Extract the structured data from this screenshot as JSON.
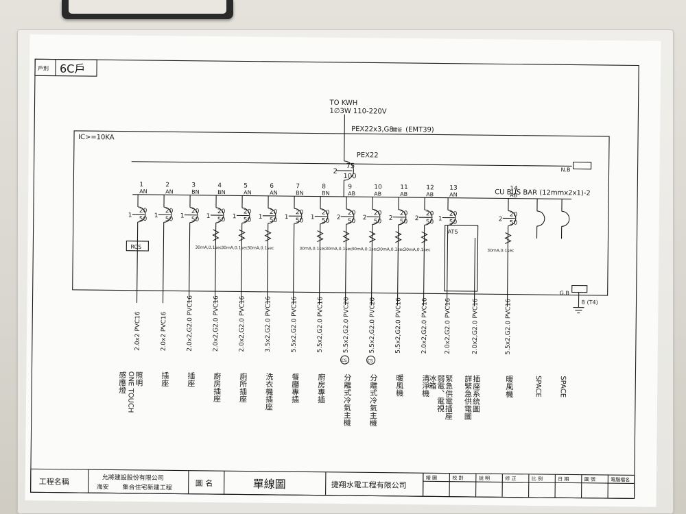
{
  "header": {
    "unit_label": "戶別",
    "unit_value": "6C戶"
  },
  "source": {
    "line1": "TO KWH",
    "line2": "1∅3W 110-220V",
    "cable": "PEX22x3,G8",
    "cable_note": "(EMT39)",
    "cable_small": "鐵管"
  },
  "panel": {
    "ic": "IC>=10KA",
    "main_cable": "PEX22",
    "main_breaker_top": "75",
    "main_breaker_bottom": "100",
    "main_poles": "2",
    "nb": "N.B",
    "gb": "G.B",
    "ground": "8",
    "ground_note": "(T4)",
    "bus": "CU BUS BAR (12mmx2x1)-2"
  },
  "circuits": [
    {
      "num": "1",
      "phase": "AN",
      "poles": "1",
      "top": "20",
      "bottom": "50",
      "device": "RCS",
      "elcb": "",
      "cable": "2.0x2 PVC16",
      "load": "照明",
      "load2": "ONE TOUCH",
      "load3": "感應燈"
    },
    {
      "num": "2",
      "phase": "AN",
      "poles": "1",
      "top": "20",
      "bottom": "50",
      "elcb": "",
      "cable": "2.0x2 PVC16",
      "load": "插座"
    },
    {
      "num": "3",
      "phase": "BN",
      "poles": "1",
      "top": "20",
      "bottom": "50",
      "elcb": "",
      "cable": "2.0x2,G2.0 PVC16",
      "load": "插座"
    },
    {
      "num": "4",
      "phase": "BN",
      "poles": "1",
      "top": "20",
      "bottom": "50",
      "elcb": "30mA,0.1sec",
      "cable": "2.0x2,G2.0 PVC16",
      "load": "廚房插座"
    },
    {
      "num": "5",
      "phase": "AN",
      "poles": "1",
      "top": "20",
      "bottom": "50",
      "elcb": "30mA,0.1sec",
      "cable": "2.0x2,G2.0 PVC16",
      "load": "廁所插座"
    },
    {
      "num": "6",
      "phase": "AN",
      "poles": "1",
      "top": "20",
      "bottom": "50",
      "elcb": "30mA,0.1sec",
      "cable": "3.5x2,G2.0 PVC16",
      "load": "洗衣機插座"
    },
    {
      "num": "7",
      "phase": "BN",
      "poles": "1",
      "top": "20",
      "bottom": "50",
      "elcb": "",
      "cable": "5.5x2,G2.0 PVC16",
      "load": "餐廳專插"
    },
    {
      "num": "8",
      "phase": "BN",
      "poles": "1",
      "top": "20",
      "bottom": "50",
      "elcb": "30mA,0.1sec",
      "cable": "5.5x2,G2.0 PVC16",
      "load": "廚房專插"
    },
    {
      "num": "9",
      "phase": "AB",
      "poles": "2",
      "top": "20",
      "bottom": "50",
      "elcb": "30mA,0.1sec",
      "cable": "5.5x2,G2.0 PVC20",
      "cs": "CS",
      "load": "分離式冷氣主機"
    },
    {
      "num": "10",
      "phase": "AB",
      "poles": "2",
      "top": "20",
      "bottom": "50",
      "elcb": "30mA,0.1sec",
      "cable": "5.5x2,G2.0 PVC20",
      "cs": "CS",
      "load": "分離式冷氣主機"
    },
    {
      "num": "11",
      "phase": "AB",
      "poles": "2",
      "top": "20",
      "bottom": "50",
      "elcb": "30mA,0.1sec",
      "cable": "5.5x2,G2.0 PVC16",
      "load": "暖風機"
    },
    {
      "num": "12",
      "phase": "AB",
      "poles": "2",
      "top": "20",
      "bottom": "50",
      "elcb": "30mA,0.1sec",
      "cable": "2.0x2,G2.0 PVC16",
      "load": "清淨機"
    },
    {
      "num": "13",
      "phase": "AN",
      "poles": "1",
      "top": "20",
      "bottom": "50",
      "device": "ATS",
      "elcb": "",
      "cable": "2.0x2,G2.0 PVC16",
      "load": "緊急供電插座",
      "load2": "弱電、電視",
      "load3": "冰箱"
    },
    {
      "num": "",
      "phase": "",
      "poles": "",
      "top": "",
      "bottom": "",
      "elcb": "",
      "cable": "2.0x2,G2.0 PVC16",
      "load": "插座系統圖",
      "load2": "詳緊急供電圖"
    },
    {
      "num": "14",
      "phase": "AB",
      "poles": "2",
      "top": "20",
      "bottom": "50",
      "elcb": "30mA,0.1sec",
      "cable": "5.5x2,G2.0 PVC16",
      "load": "暖風機"
    },
    {
      "num": "",
      "phase": "",
      "poles": "",
      "top": "",
      "bottom": "",
      "elcb": "",
      "cable": "",
      "load": "SPACE"
    },
    {
      "num": "",
      "phase": "",
      "poles": "",
      "top": "",
      "bottom": "",
      "elcb": "",
      "cable": "",
      "load": "SPACE"
    }
  ],
  "title_block": {
    "project_label": "工程名稱",
    "company": "允將建設股份有限公司",
    "project_line2a": "海安",
    "project_line2b": "集合住宅新建工程",
    "drawing_label": "圖  名",
    "drawing_name": "單線圖",
    "contractor": "捷翔水電工程有限公司",
    "fields": [
      "繪 圖",
      "校 對",
      "說 明",
      "修 正",
      "比 例",
      "日 期",
      "圖 號",
      "電腦檔名"
    ]
  }
}
